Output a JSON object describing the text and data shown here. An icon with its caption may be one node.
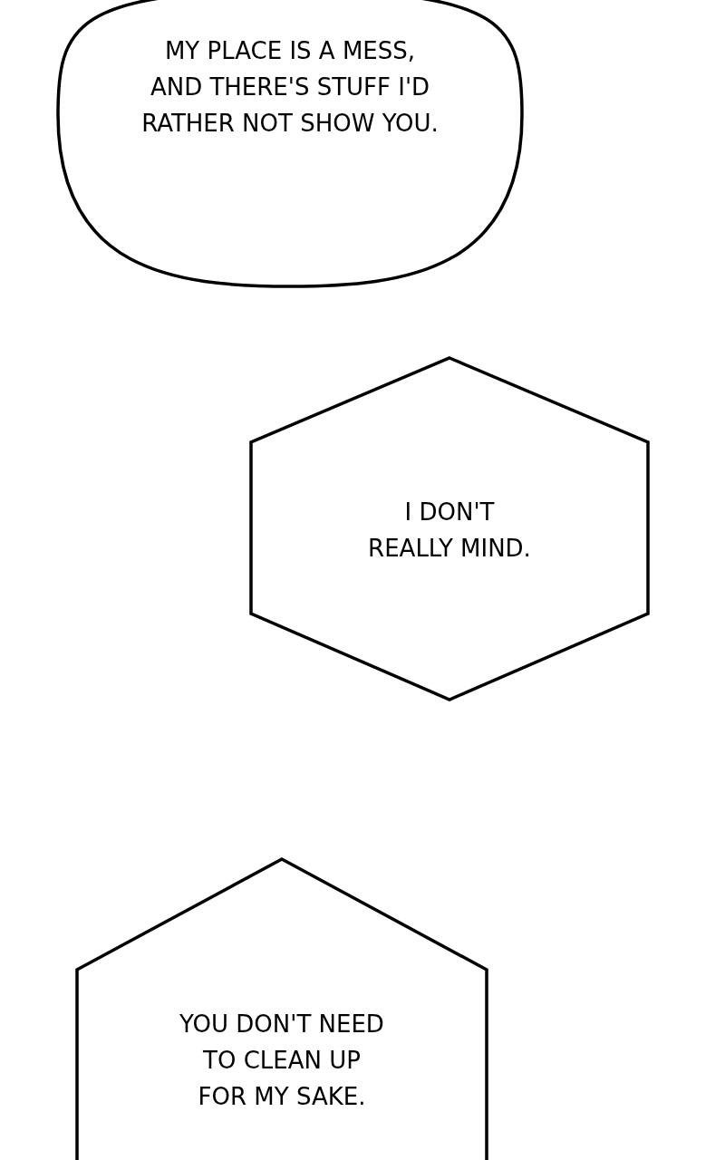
{
  "diagram": {
    "nodes": [
      {
        "text": [
          "MY PLACE IS A MESS, AND THERE'S STUFF I'D RATHER NOT SHOW YOU."
        ]
      },
      {
        "text": [
          "I DON'T REALLY MIND."
        ]
      },
      {
        "text": [
          "YOU DON'T NEED TO CLEAN UP FOR MY SAKE."
        ]
      }
    ]
  }
}
